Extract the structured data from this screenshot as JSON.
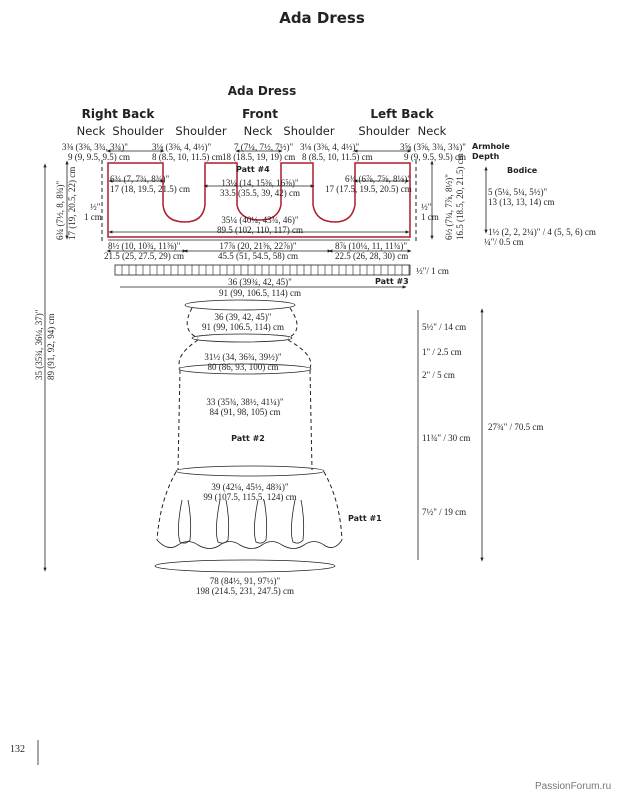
{
  "page_title": "Ada Dress",
  "diagram_title": "Ada Dress",
  "sections": {
    "right_back": "Right Back",
    "front": "Front",
    "left_back": "Left Back"
  },
  "parts": [
    "Neck",
    "Shoulder",
    "Shoulder",
    "Neck",
    "Shoulder",
    "Shoulder",
    "Neck"
  ],
  "top_dims": {
    "rb_neck_in": "3⅜ (3⅜, 3¾, 3¾)\"",
    "rb_neck_cm": "9 (9, 9.5, 9.5) cm",
    "rb_sh_in": "3⅛ (3⅜, 4, 4½)\"",
    "rb_sh_cm": "8 (8.5, 10, 11.5) cm",
    "f_neck_in": "7 (7¼, 7½, 7½)\"",
    "f_neck_cm": "18 (18.5, 19, 19) cm",
    "f_sh_in": "3⅛ (3⅜, 4, 4½)\"",
    "f_sh_cm": "8 (8.5, 10, 11.5) cm",
    "lb_neck_in": "3⅝ (3⅝, 3¾, 3¾)\"",
    "lb_neck_cm": "9 (9, 9.5, 9.5) cm"
  },
  "bodice": {
    "patt4": "Patt #4",
    "rb_w_in": "6¾ (7, 7¾, 8¾)\"",
    "rb_w_cm": "17 (18, 19.5, 21.5) cm",
    "f_w_in": "13¼ (14, 15⅜, 16⅝)\"",
    "f_w_cm": "33.5 (35.5, 39, 42) cm",
    "lb_w_in": "6¾ (6⅞, 7⅝, 8⅛)\"",
    "lb_w_cm": "17 (17.5, 19.5, 20.5) cm",
    "total_in": "35¼ (40¼, 43¾, 46)\"",
    "total_cm": "89.5 (102, 110, 117) cm",
    "overlap_l_in": "½\"",
    "overlap_l_cm": "1 cm",
    "overlap_r_in": "½\"",
    "overlap_r_cm": "1 cm",
    "rb_bot_in": "8½ (10, 10¾, 11⅜)\"",
    "rb_bot_cm": "21.5 (25, 27.5, 29) cm",
    "f_bot_in": "17⅞ (20, 21⅜, 22⅞)\"",
    "f_bot_cm": "45.5 (51, 54.5, 58) cm",
    "lb_bot_in": "8⅞ (10¼, 11, 11¾)\"",
    "lb_bot_cm": "22.5 (26, 28, 30) cm",
    "left_h_in": "6¾ (7½, 8, 8¾)\"",
    "left_h_cm": "17 (19, 20.5, 22) cm",
    "right_h_in": "6½ (7¼, 7⅞, 8½)\"",
    "right_h_cm": "16.5 (18.5, 20, 21.5) cm"
  },
  "annotations": {
    "armhole": "Armhole",
    "depth": "Depth",
    "bodice": "Bodice",
    "bodice_in": "5 (5¼, 5¼, 5½)\"",
    "bodice_cm": "13 (13, 13, 14) cm",
    "band": "1½ (2, 2, 2¼)\" / 4 (5, 5, 6) cm",
    "edge": "¼\"/ 0.5 cm"
  },
  "ribbing": {
    "h": "½\"/ 1 cm",
    "patt3": "Patt #3",
    "w_in": "36 (39¾, 42, 45)\"",
    "w_cm": "91 (99, 106.5, 114) cm"
  },
  "skirt": {
    "c1_in": "36 (39, 42, 45)\"",
    "c1_cm": "91 (99, 106.5, 114) cm",
    "c2_in": "31½ (34, 36¾, 39½)\"",
    "c2_cm": "80 (86, 93, 100) cm",
    "c3_in": "33 (35¾, 38½, 41¼)\"",
    "c3_cm": "84 (91, 98, 105) cm",
    "patt2": "Patt #2",
    "c4_in": "39 (42¼, 45½, 48¾)\"",
    "c4_cm": "99 (107.5, 115.5, 124) cm",
    "patt1": "Patt #1",
    "c5_in": "78 (84½, 91, 97½)\"",
    "c5_cm": "198 (214.5, 231, 247.5) cm"
  },
  "right_dims": [
    "5½\" / 14 cm",
    "1\" / 2.5 cm",
    "2\" / 5 cm",
    "11¾\" / 30 cm",
    "7½\" / 19 cm"
  ],
  "total_length": "27¾\" / 70.5 cm",
  "left_total_in": "35 (35¾, 36¼, 37)\"",
  "left_total_cm": "89 (91, 92, 94) cm",
  "page_number": "132",
  "watermark": "PassionForum.ru",
  "colors": {
    "outline": "#b01c2a"
  }
}
